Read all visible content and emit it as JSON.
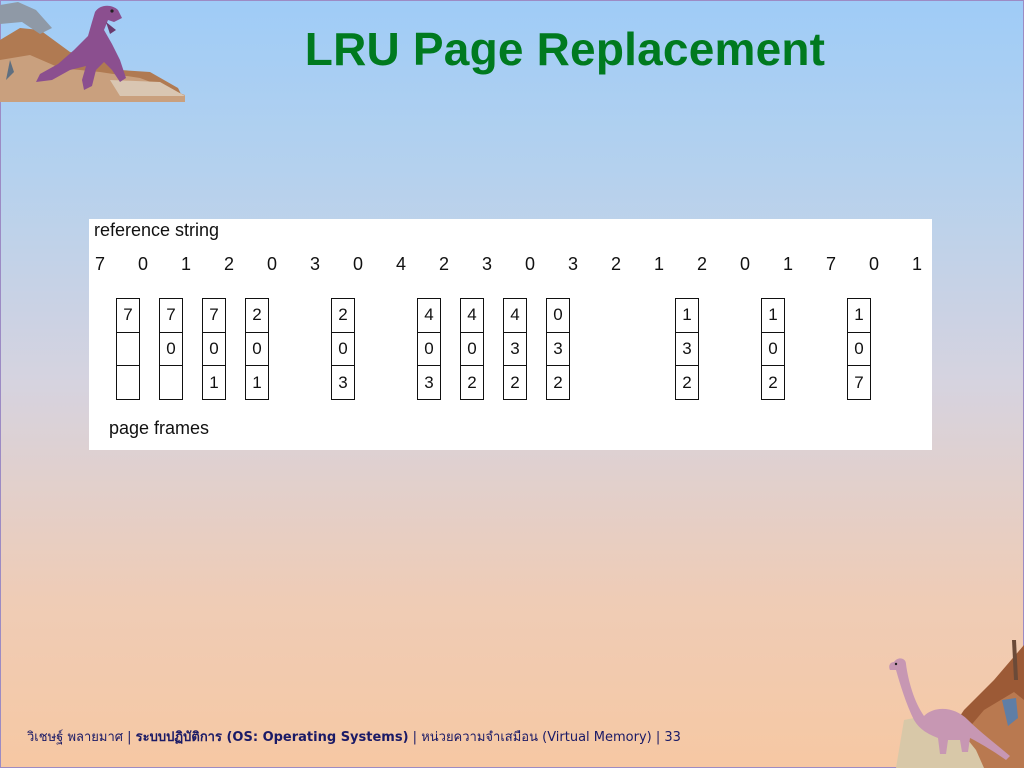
{
  "slide": {
    "title": "LRU Page Replacement"
  },
  "diagram": {
    "reference_label": "reference string",
    "frames_label": "page frames",
    "reference_string": [
      "7",
      "0",
      "1",
      "2",
      "0",
      "3",
      "0",
      "4",
      "2",
      "3",
      "0",
      "3",
      "2",
      "1",
      "2",
      "0",
      "1",
      "7",
      "0",
      "1"
    ],
    "frame_states": [
      {
        "ref_index": 0,
        "frames": [
          "7",
          "",
          ""
        ]
      },
      {
        "ref_index": 1,
        "frames": [
          "7",
          "0",
          ""
        ]
      },
      {
        "ref_index": 2,
        "frames": [
          "7",
          "0",
          "1"
        ]
      },
      {
        "ref_index": 3,
        "frames": [
          "2",
          "0",
          "1"
        ]
      },
      {
        "ref_index": 5,
        "frames": [
          "2",
          "0",
          "3"
        ]
      },
      {
        "ref_index": 7,
        "frames": [
          "4",
          "0",
          "3"
        ]
      },
      {
        "ref_index": 8,
        "frames": [
          "4",
          "0",
          "2"
        ]
      },
      {
        "ref_index": 9,
        "frames": [
          "4",
          "3",
          "2"
        ]
      },
      {
        "ref_index": 10,
        "frames": [
          "0",
          "3",
          "2"
        ]
      },
      {
        "ref_index": 13,
        "frames": [
          "1",
          "3",
          "2"
        ]
      },
      {
        "ref_index": 15,
        "frames": [
          "1",
          "0",
          "2"
        ]
      },
      {
        "ref_index": 17,
        "frames": [
          "1",
          "0",
          "7"
        ]
      }
    ]
  },
  "footer": {
    "author": "วิเชษฐ์ พลายมาศ",
    "sep1": " | ",
    "course": "ระบบปฏิบัติการ (OS: Operating Systems)",
    "sep2": " | ",
    "chapter": "หน่วยความจำเสมือน  (Virtual Memory)",
    "sep3": " | ",
    "page": "33"
  }
}
